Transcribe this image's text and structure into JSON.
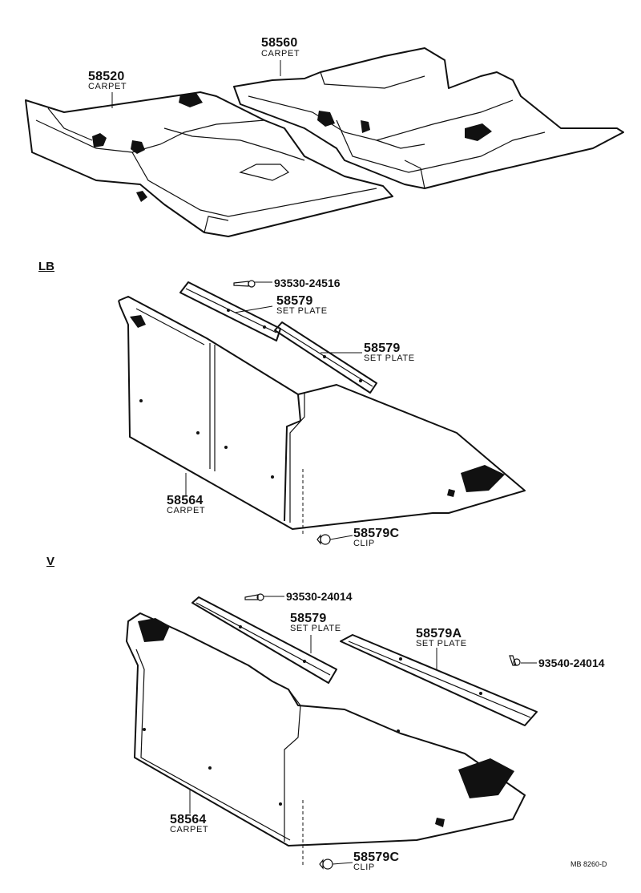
{
  "top": {
    "carpet_front": {
      "part_number": "58520",
      "description": "CARPET"
    },
    "carpet_rear": {
      "part_number": "58560",
      "description": "CARPET"
    }
  },
  "section_lb": {
    "label": "LB",
    "screw": {
      "part_number": "93530-24516"
    },
    "set_plate_1": {
      "part_number": "58579",
      "description": "SET PLATE"
    },
    "set_plate_2": {
      "part_number": "58579",
      "description": "SET PLATE"
    },
    "carpet": {
      "part_number": "58564",
      "description": "CARPET"
    },
    "clip": {
      "part_number": "58579C",
      "description": "CLIP"
    }
  },
  "section_v": {
    "label": "V",
    "screw_1": {
      "part_number": "93530-24014"
    },
    "set_plate": {
      "part_number": "58579",
      "description": "SET PLATE"
    },
    "set_plate_a": {
      "part_number": "58579A",
      "description": "SET PLATE"
    },
    "screw_2": {
      "part_number": "93540-24014"
    },
    "carpet": {
      "part_number": "58564",
      "description": "CARPET"
    },
    "clip": {
      "part_number": "58579C",
      "description": "CLIP"
    }
  },
  "reference_code": "MB 8260-D"
}
